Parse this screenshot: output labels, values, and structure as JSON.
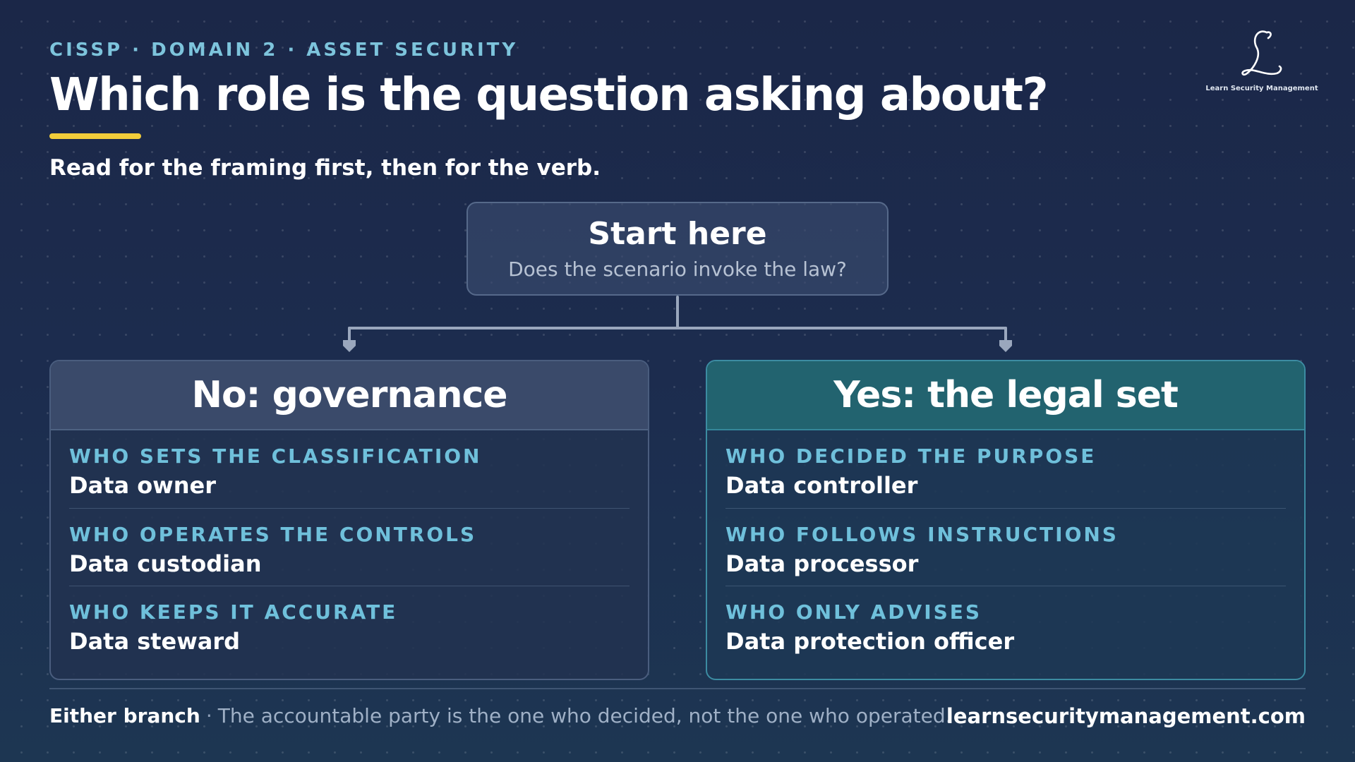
{
  "header": {
    "eyebrow": "CISSP · DOMAIN 2 · ASSET SECURITY",
    "title": "Which role is the question asking about?",
    "subtitle": "Read for the framing first, then for the verb."
  },
  "logo": {
    "text": "Learn Security Management",
    "icon": "cursive-l-logo-icon"
  },
  "start": {
    "title": "Start here",
    "question": "Does the scenario invoke the law?"
  },
  "branches": [
    {
      "heading": "No: governance",
      "rows": [
        {
          "label": "WHO SETS THE CLASSIFICATION",
          "value": "Data owner"
        },
        {
          "label": "WHO OPERATES THE CONTROLS",
          "value": "Data custodian"
        },
        {
          "label": "WHO KEEPS IT ACCURATE",
          "value": "Data steward"
        }
      ]
    },
    {
      "heading": "Yes: the legal set",
      "rows": [
        {
          "label": "WHO DECIDED THE PURPOSE",
          "value": "Data controller"
        },
        {
          "label": "WHO FOLLOWS INSTRUCTIONS",
          "value": "Data processor"
        },
        {
          "label": "WHO ONLY ADVISES",
          "value": "Data protection officer"
        }
      ]
    }
  ],
  "footer": {
    "bold": "Either branch",
    "separator": "·",
    "note": "The accountable party is the one who decided, not the one who operated.",
    "url": "learnsecuritymanagement.com"
  },
  "colors": {
    "accent_yellow": "#f2cd3a",
    "label_cyan": "#6fc0db",
    "teal_header": "#22636f",
    "navy_header": "#3a4a6a"
  }
}
